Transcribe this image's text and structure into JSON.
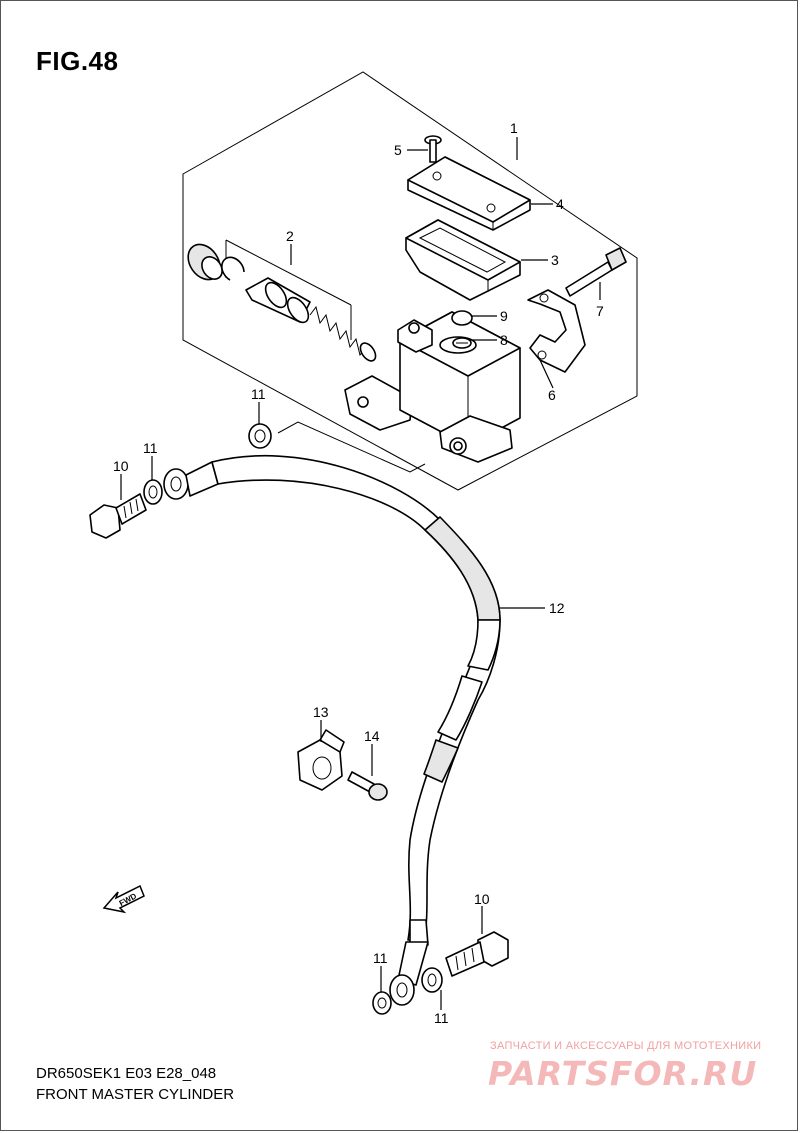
{
  "figure": {
    "title": "FIG.48",
    "model_code": "DR650SEK1 E03 E28_048",
    "name": "FRONT MASTER CYLINDER"
  },
  "callouts": [
    {
      "id": "c1",
      "label": "1"
    },
    {
      "id": "c2",
      "label": "2"
    },
    {
      "id": "c3",
      "label": "3"
    },
    {
      "id": "c4",
      "label": "4"
    },
    {
      "id": "c5",
      "label": "5"
    },
    {
      "id": "c6",
      "label": "6"
    },
    {
      "id": "c7",
      "label": "7"
    },
    {
      "id": "c8",
      "label": "8"
    },
    {
      "id": "c9",
      "label": "9"
    },
    {
      "id": "c10a",
      "label": "10"
    },
    {
      "id": "c10b",
      "label": "10"
    },
    {
      "id": "c11a",
      "label": "11"
    },
    {
      "id": "c11b",
      "label": "11"
    },
    {
      "id": "c11c",
      "label": "11"
    },
    {
      "id": "c11d",
      "label": "11"
    },
    {
      "id": "c12",
      "label": "12"
    },
    {
      "id": "c13",
      "label": "13"
    },
    {
      "id": "c14",
      "label": "14"
    }
  ],
  "fwd_arrow": {
    "label": "FWD"
  },
  "watermark": {
    "caption": "ЗАПЧАСТИ И АКСЕССУАРЫ ДЛЯ МОТОТЕХНИКИ",
    "logo": "PARTSFOR.RU",
    "color": "#f4b8b8"
  }
}
